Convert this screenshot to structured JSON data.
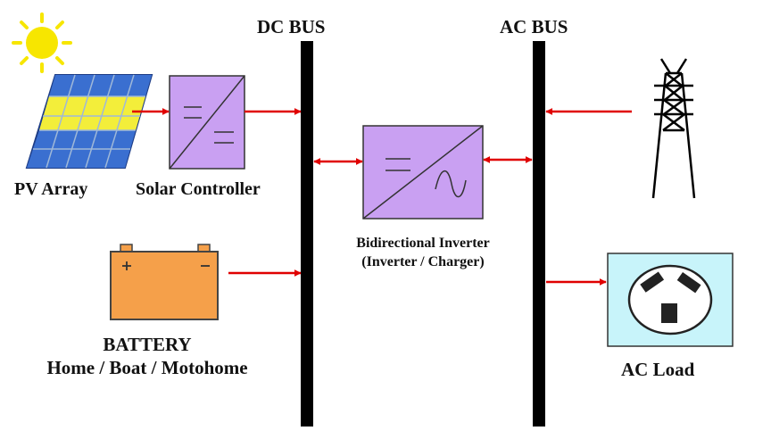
{
  "labels": {
    "dc_bus": "DC BUS",
    "ac_bus": "AC BUS",
    "pv_array": "PV Array",
    "solar_controller": "Solar Controller",
    "inverter_line1": "Bidirectional Inverter",
    "inverter_line2": "(Inverter / Charger)",
    "battery_line1": "BATTERY",
    "battery_line2": "Home / Boat / Motohome",
    "ac_load": "AC Load"
  },
  "colors": {
    "bus": "#000000",
    "arrow": "#e00000",
    "converter_fill": "#c9a0f2",
    "battery_fill": "#f5a04a",
    "load_fill": "#c8f4fa",
    "sun": "#f7e600",
    "pv_cell_blue": "#3a6fd0",
    "pv_cell_yellow": "#f3ee3a"
  },
  "icons": [
    "sun-icon",
    "pv-panel-icon",
    "dc-dc-converter-icon",
    "dc-ac-inverter-icon",
    "battery-icon",
    "transmission-tower-icon",
    "power-outlet-icon"
  ]
}
